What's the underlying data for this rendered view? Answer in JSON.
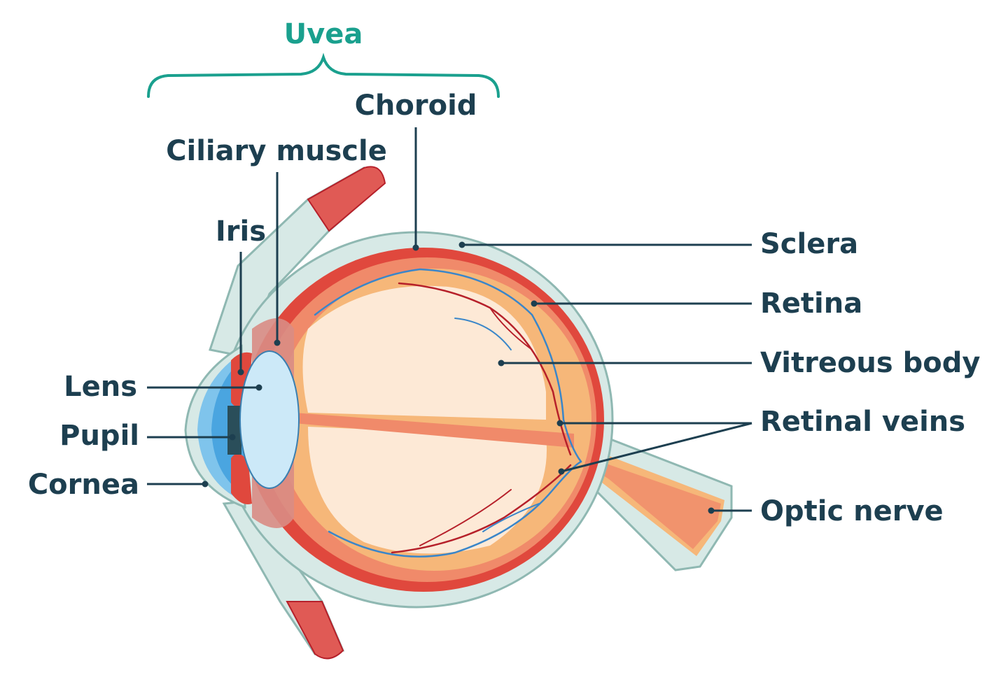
{
  "labels": {
    "uvea": "Uvea",
    "choroid": "Choroid",
    "ciliary_muscle": "Ciliary muscle",
    "iris": "Iris",
    "lens": "Lens",
    "pupil": "Pupil",
    "cornea": "Cornea",
    "sclera": "Sclera",
    "retina": "Retina",
    "vitreous_body": "Vitreous body",
    "retinal_veins": "Retinal veins",
    "optic_nerve": "Optic nerve"
  },
  "colors": {
    "label_text": "#1d3f50",
    "uvea_accent": "#1aa08e",
    "sclera": "#d7e9e6",
    "sclera_outline": "#8fb8b2",
    "choroid": "#e0483d",
    "retina": "#f08a6a",
    "vitreous_outer": "#f6b779",
    "vitreous_inner": "#fde9d6",
    "cornea": "#7fc4ec",
    "lens": "#cce9f8",
    "vein": "#3a86c9",
    "artery": "#b6202a",
    "muscle": "#e05a55"
  }
}
